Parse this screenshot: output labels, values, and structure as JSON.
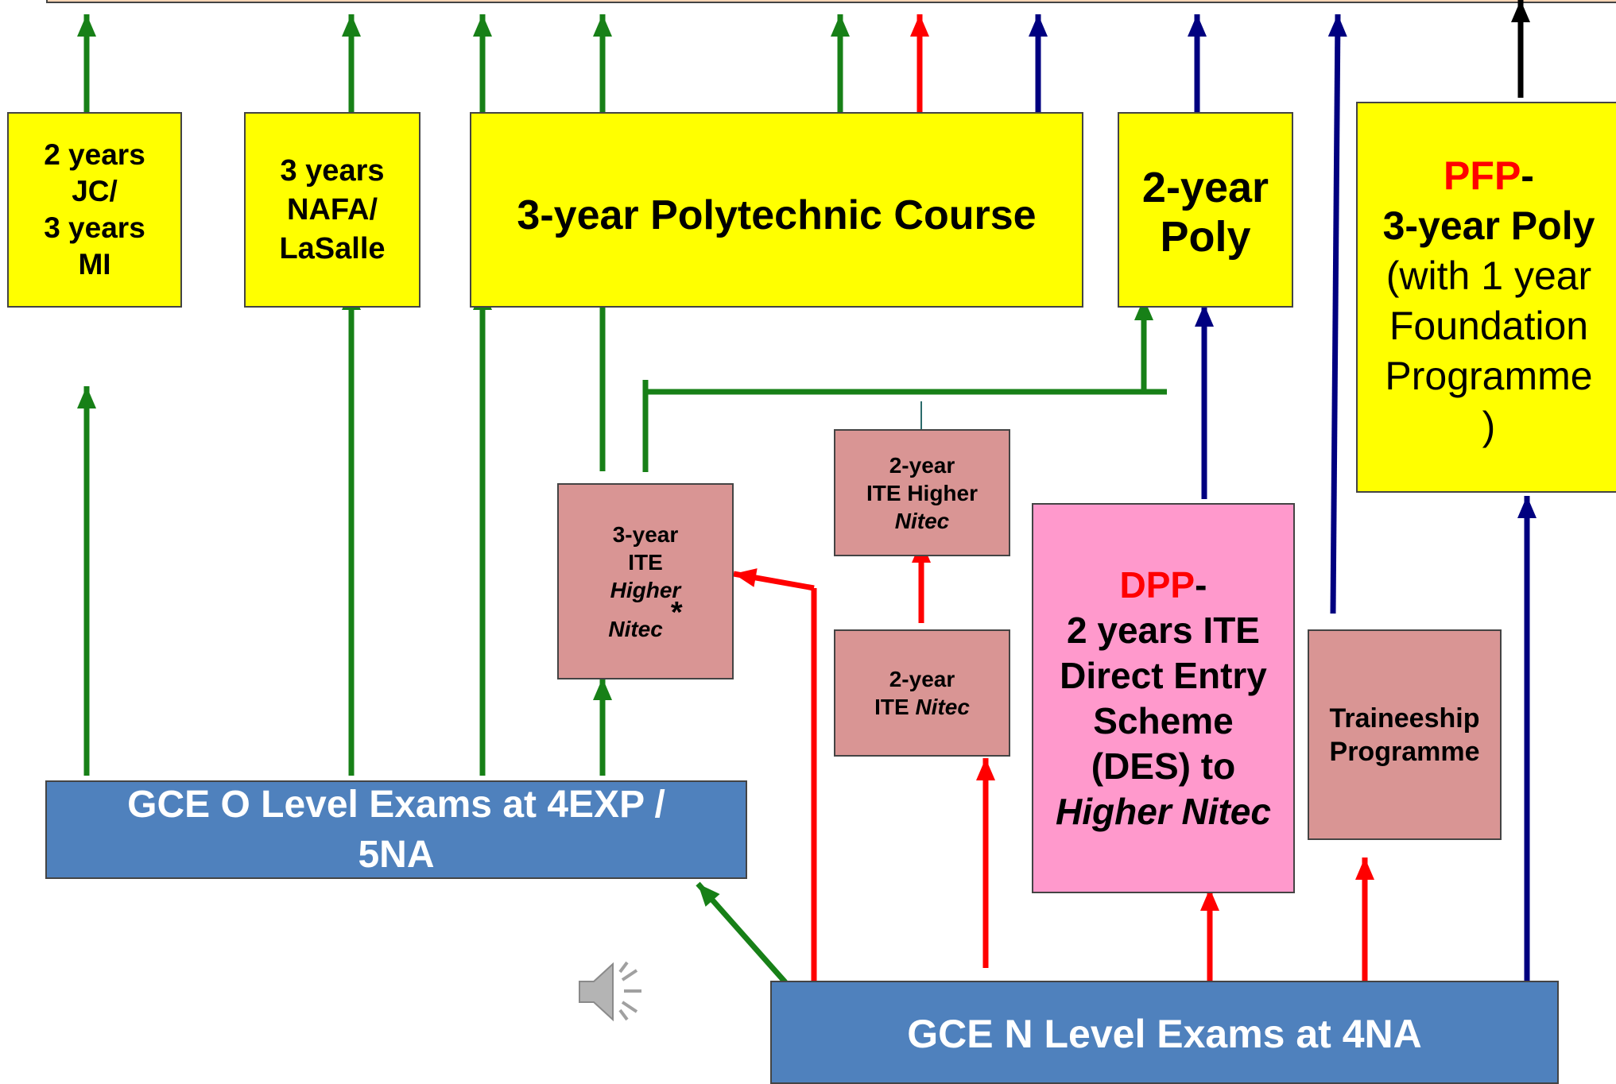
{
  "boxes": {
    "jc": {
      "l1": "2 years",
      "l2": "JC/",
      "l3": "3 years",
      "l4": "MI"
    },
    "nafa": {
      "l1": "3 years",
      "l2": "NAFA/",
      "l3": "LaSalle"
    },
    "poly3": {
      "label": "3-year Polytechnic Course"
    },
    "poly2": {
      "l1": "2-year",
      "l2": "Poly"
    },
    "pfp": {
      "prefix": "PFP",
      "dash": "-",
      "l2": "3-year Poly",
      "l3": "(with 1 year",
      "l4": "Foundation",
      "l5": "Programme",
      "l6": ")"
    },
    "ite_hn3": {
      "l1": "3-year",
      "l2": "ITE",
      "l3": "Higher",
      "l4": "Nitec",
      "star": "*"
    },
    "ite_hn2": {
      "l1": "2-year",
      "l2": "ITE Higher",
      "l3": "Nitec"
    },
    "ite_n2": {
      "l1": "2-year",
      "l2": "ITE ",
      "l2b": "Nitec"
    },
    "dpp": {
      "prefix": "DPP",
      "dash": "-",
      "l2": "2 years ITE",
      "l3": "Direct Entry",
      "l4": "Scheme",
      "l5": "(DES) to",
      "l6": "Higher Nitec"
    },
    "trainee": {
      "l1": "Traineeship",
      "l2": "Programme"
    },
    "olevel": {
      "l1": "GCE O Level Exams at 4EXP /",
      "l2": "5NA"
    },
    "nlevel": {
      "label": "GCE N Level Exams at 4NA"
    }
  },
  "icons": {
    "speaker": "speaker-icon"
  },
  "colors": {
    "yellow": "#ffff00",
    "rose": "#d99594",
    "pink": "#ff99cc",
    "blue": "#4f81bd",
    "green_arrow": "#178017",
    "red_arrow": "#ff0000",
    "navy_arrow": "#000080",
    "black_arrow": "#000000"
  }
}
